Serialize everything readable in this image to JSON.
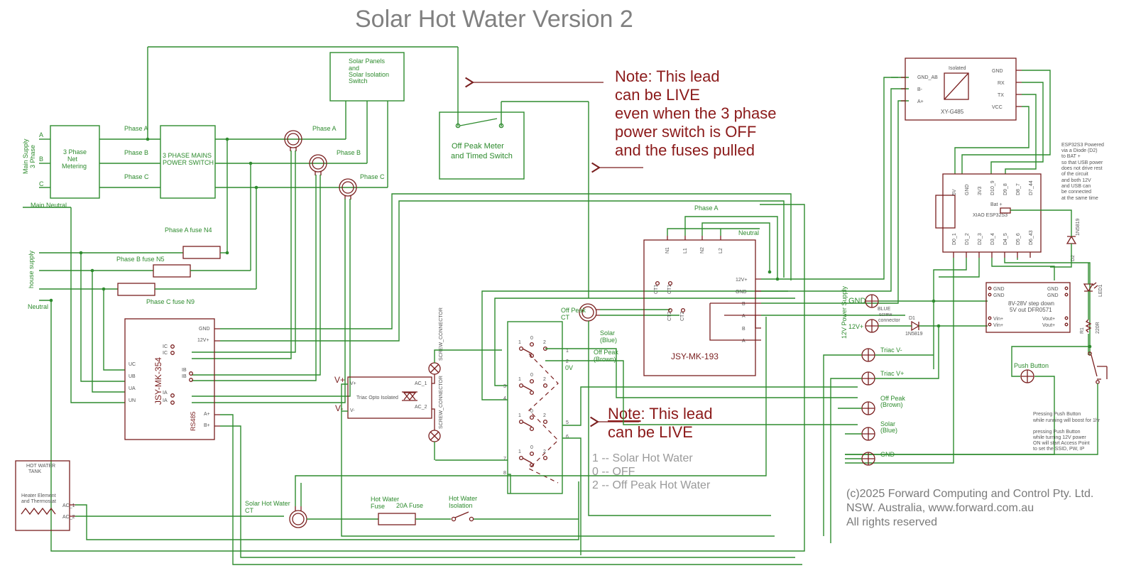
{
  "title": "Solar Hot Water Version 2",
  "notes": {
    "note1": [
      "Note: This lead",
      "can be LIVE",
      "even when the 3 phase",
      "power switch is OFF",
      "and the fuses pulled"
    ],
    "note2_a": "Note",
    "note2_b": ": This lead",
    "note2_c": "can be LIVE"
  },
  "switch_legend": [
    "1 -- Solar Hot Water",
    "0 -- OFF",
    "2 -- Off Peak Hot Water"
  ],
  "copyright": [
    "(c)2025 Forward Computing and Control Pty. Ltd.",
    "NSW. Australia, www.forward.com.au",
    "All rights reserved"
  ],
  "mains": {
    "supply_label": "Main Supply\n3 Phase",
    "supply_line1": "Main Supply",
    "supply_line2": "3 Phase",
    "house_supply": "house supply",
    "neutral": "Neutral",
    "main_neutral": "Main Neutral",
    "phase_letters": [
      "A",
      "B",
      "C"
    ],
    "meter_lines": [
      "3 Phase",
      "Net",
      "Metering"
    ],
    "phase_labels": [
      "Phase A",
      "Phase B",
      "Phase C"
    ],
    "switch_lines": [
      "3 PHASE MAINS",
      "POWER SWITCH"
    ],
    "solar_panels": [
      "Solar Panels",
      "and",
      "Solar Isolation",
      "Switch"
    ],
    "ct_phase_labels": [
      "Phase A",
      "Phase B",
      "Phase C"
    ],
    "fuses": [
      "Phase A fuse N4",
      "Phase B fuse N5",
      "Phase C fuse N9"
    ]
  },
  "offpeak": {
    "label_lines": [
      "Off Peak Meter",
      "and Timed Switch"
    ],
    "ct_label": [
      "Off Peak",
      "CT"
    ],
    "solar_blue": [
      "Solar",
      "(Blue)"
    ],
    "offpeak_brown": [
      "Off Peak",
      "(Brown)"
    ],
    "zero_v": "0V"
  },
  "jsy354": {
    "name": "JSY-MK-354",
    "rs485": "RS485",
    "pins_right": [
      "GND",
      "12V+",
      "A+",
      "B+"
    ],
    "pins_left": [
      "UC",
      "UB",
      "UA",
      "UN"
    ],
    "ct_pins": [
      "IC",
      "IC",
      "IB",
      "IB",
      "IA",
      "IA"
    ]
  },
  "jsy193": {
    "name": "JSY-MK-193",
    "top_pins": [
      "N1",
      "L1",
      "N2",
      "L2"
    ],
    "phase_a": "Phase A",
    "neutral": "Neutral",
    "right_pins": [
      "12V+",
      "GND",
      "B",
      "A",
      "B",
      "A"
    ],
    "ct_pins": [
      "CT1",
      "CT1",
      "CT2",
      "CT2"
    ]
  },
  "triac": {
    "label": "Triac Opto Isolated",
    "vplus": "V+",
    "vminus": "V-",
    "ac1": "AC_1",
    "ac2": "AC_2",
    "screw": "SCREW_CONNECTOR",
    "vplus_small": "V+",
    "vminus_small": "V-"
  },
  "rotary": {
    "positions": [
      "1",
      "0",
      "2"
    ],
    "pin_numbers": [
      "1",
      "2",
      "3",
      "4",
      "5",
      "6",
      "7",
      "8"
    ]
  },
  "tank": {
    "title_lines": [
      "HOT WATER",
      "TANK"
    ],
    "element_lines": [
      "Heater Element",
      "and Thermostat"
    ],
    "ac1": "AC_1",
    "ac2": "AC_2"
  },
  "bottom": {
    "solar_ct": [
      "Solar Hot Water",
      "CT"
    ],
    "fuse": [
      "Hot Water",
      "Fuse"
    ],
    "fuse_rating": "20A Fuse",
    "isolation": [
      "Hot Water",
      "Isolation"
    ]
  },
  "rs485": {
    "isolated": "Isolated",
    "name": "XY-G485",
    "left_pins": [
      "GND_AB",
      "B-",
      "A+"
    ],
    "right_pins": [
      "GND",
      "RX",
      "TX",
      "VCC"
    ]
  },
  "esp": {
    "name": "XIAO ESP32S3",
    "bat": "Bat +",
    "top_pins": [
      "5V",
      "GND",
      "3V3",
      "D10_9",
      "D9_8",
      "D8_7",
      "D7_44"
    ],
    "bottom_pins": [
      "D0_1",
      "D1_2",
      "D2_3",
      "D3_4",
      "D4_5",
      "D5_6",
      "D6_43"
    ],
    "note": [
      "ESP32S3 Powered",
      "via a Diode (D2)",
      "to BAT +",
      "so that USB power",
      "does not drive rest",
      "of the circuit",
      "and both 12V",
      "and USB can",
      "be connected",
      "at the same time"
    ],
    "d2": "D2",
    "d2_part": "1N5819"
  },
  "power": {
    "supply": "12V Power Supply",
    "gnd": "GND",
    "v12": "12V+",
    "blue_screw": [
      "BLUE",
      "screw",
      "connector"
    ],
    "d1": "D1",
    "d1_part": "1N5819"
  },
  "stepdown": {
    "left": [
      "GND",
      "GND",
      "Vin+",
      "Vin+"
    ],
    "right": [
      "GND",
      "GND",
      "Vout+",
      "Vout+"
    ],
    "desc": [
      "8V-28V step down",
      "5V out DFR0571"
    ]
  },
  "led": {
    "name": "LED1",
    "r": "R1",
    "r_val": "220R"
  },
  "terminals": [
    "Triac V-",
    "Triac V+",
    "Off Peak\n(Brown)",
    "Solar\n(Blue)",
    "GND"
  ],
  "terminal_lines": [
    [
      "Triac V-"
    ],
    [
      "Triac V+"
    ],
    [
      "Off Peak",
      "(Brown)"
    ],
    [
      "Solar",
      "(Blue)"
    ],
    [
      "GND"
    ]
  ],
  "push": {
    "label": "Push Button",
    "note1": [
      "Pressing Push Button",
      "while running will boost for 1hr"
    ],
    "note2": [
      "pressing Push Button",
      "while turning 12V power",
      "ON will start Access Point",
      "to set the SSID, PW, IP"
    ]
  }
}
